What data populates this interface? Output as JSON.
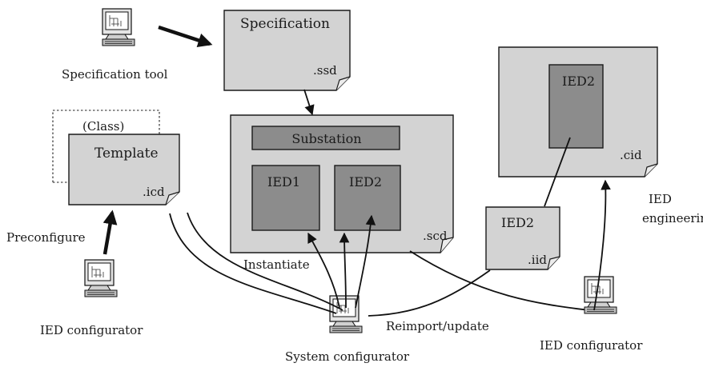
{
  "colors": {
    "document_fill": "#d3d3d3",
    "inner_block_fill": "#8c8c8c",
    "stroke": "#1a1a1a"
  },
  "icons": [
    "computer-icon"
  ],
  "labels": {
    "specification": "Specification",
    "ssd": ".ssd",
    "specification_tool": "Specification tool",
    "class": "(Class)",
    "template": "Template",
    "icd": ".icd",
    "preconfigure": "Preconfigure",
    "ied_configurator_left": "IED configurator",
    "substation": "Substation",
    "ied1": "IED1",
    "ied2_scd": "IED2",
    "scd": ".scd",
    "instantiate": "Instantiate",
    "system_configurator": "System configurator",
    "reimport_update": "Reimport/update",
    "ied2_iid": "IED2",
    "iid": ".iid",
    "ied2_cid": "IED2",
    "cid": ".cid",
    "ied": "IED",
    "engineering": "engineering",
    "ied_configurator_right": "IED configurator"
  }
}
